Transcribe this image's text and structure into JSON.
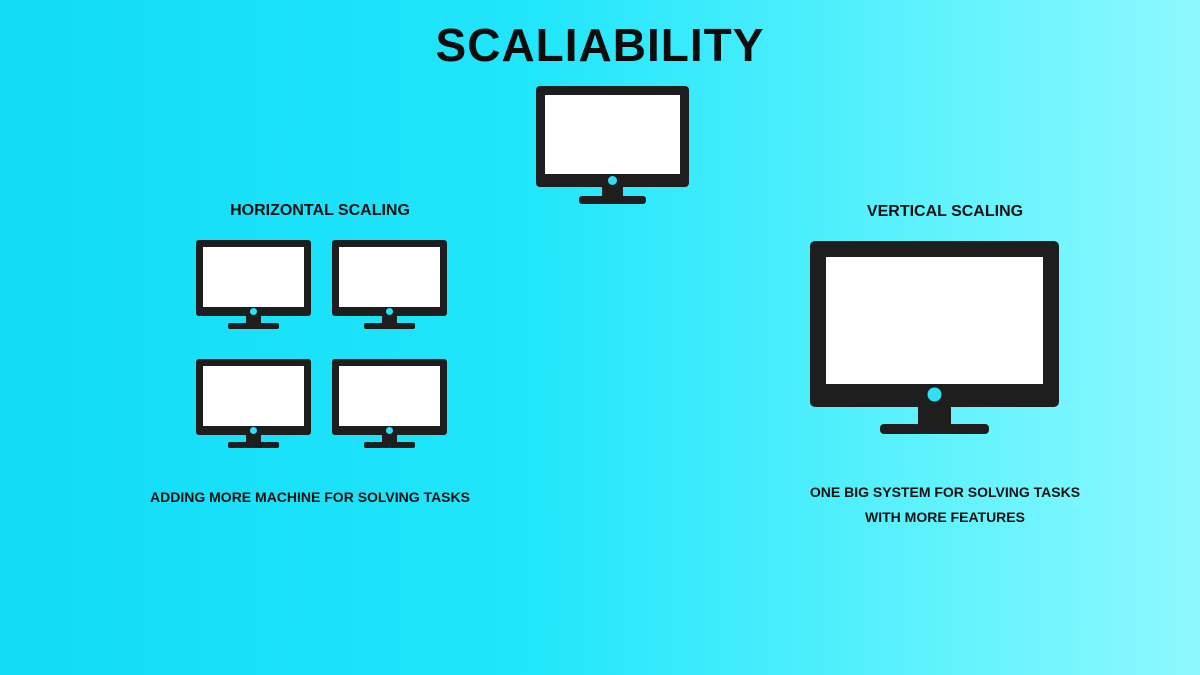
{
  "title": "SCALIABILITY",
  "horizontal": {
    "heading": "HORIZONTAL SCALING",
    "caption": "ADDING MORE MACHINE FOR SOLVING TASKS"
  },
  "vertical": {
    "heading": "VERTICAL SCALING",
    "caption_line1": "ONE BIG SYSTEM FOR SOLVING TASKS",
    "caption_line2": "WITH MORE FEATURES"
  },
  "icons": {
    "monitor": "monitor-icon"
  },
  "colors": {
    "background_left": "#10dcf6",
    "background_right": "#8ff8fe",
    "monitor_body": "#1e1e1e",
    "monitor_screen": "#ffffff",
    "power_dot": "#2ee0f5",
    "text": "#111111"
  }
}
